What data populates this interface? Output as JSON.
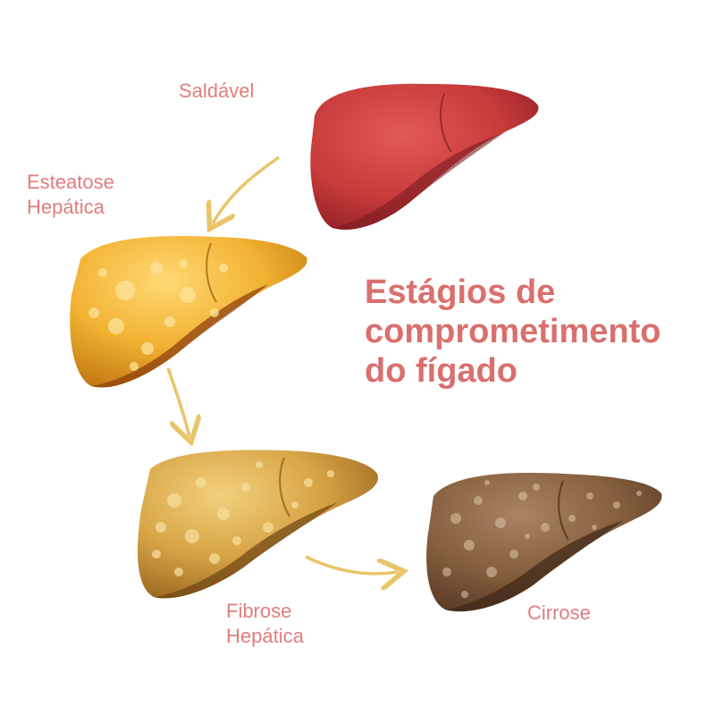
{
  "title": {
    "line1": "Estágios de",
    "line2": "comprometimento",
    "line3": "do fígado"
  },
  "stages": {
    "healthy": {
      "line1": "Saldável"
    },
    "steatosis": {
      "line1": "Esteatose",
      "line2": "Hepática"
    },
    "fibrosis": {
      "line1": "Fibrose",
      "line2": "Hepática"
    },
    "cirrhosis": {
      "line1": "Cirrose"
    }
  },
  "colors": {
    "label": "#e07d7d",
    "title": "#d9706d",
    "arrow": "#e8c56a",
    "healthy_liver": "#c83a3a",
    "steatosis_liver": "#f0b23a",
    "fibrosis_liver": "#d9a447",
    "cirrhosis_liver": "#8d6345"
  }
}
